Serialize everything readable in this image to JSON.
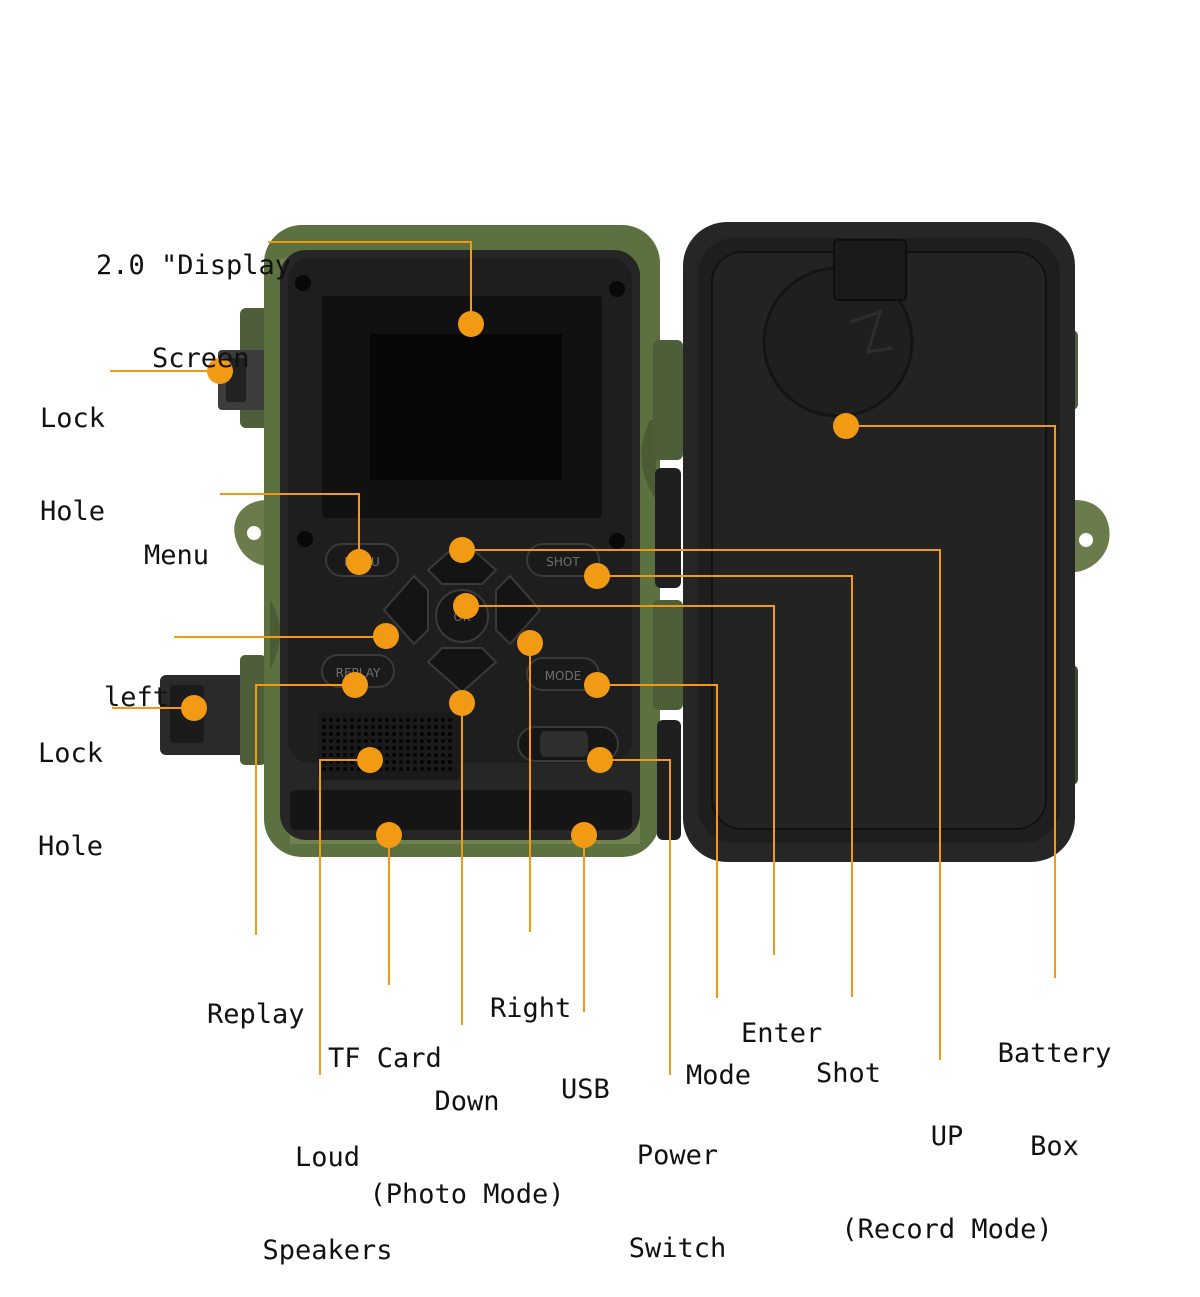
{
  "colors": {
    "accent": "#f29a14",
    "camo": "#5e7344",
    "body": "#2b2b2b",
    "panel": "#1d1d1d",
    "screen": "#0b0b0b"
  },
  "labels": {
    "display_screen": [
      "2.0 \"Display",
      "Screen"
    ],
    "lock_hole_top": [
      "Lock",
      "Hole"
    ],
    "menu": "Menu",
    "left": "left",
    "lock_hole_bottom": [
      "Lock",
      "Hole"
    ],
    "replay": "Replay",
    "tf_card": "TF Card",
    "right": "Right",
    "down": [
      "Down",
      "(Photo Mode)"
    ],
    "usb": "USB",
    "mode": "Mode",
    "enter": "Enter",
    "shot": "Shot",
    "loud_speakers": [
      "Loud",
      "Speakers"
    ],
    "power_switch": [
      "Power",
      "Switch"
    ],
    "up": [
      "UP",
      "(Record Mode)"
    ],
    "battery_box": [
      "Battery",
      "Box"
    ]
  },
  "button_texts": {
    "menu": "MENU",
    "shot": "SHOT",
    "replay": "REPLAY",
    "mode": "MODE",
    "ok": "OK"
  }
}
